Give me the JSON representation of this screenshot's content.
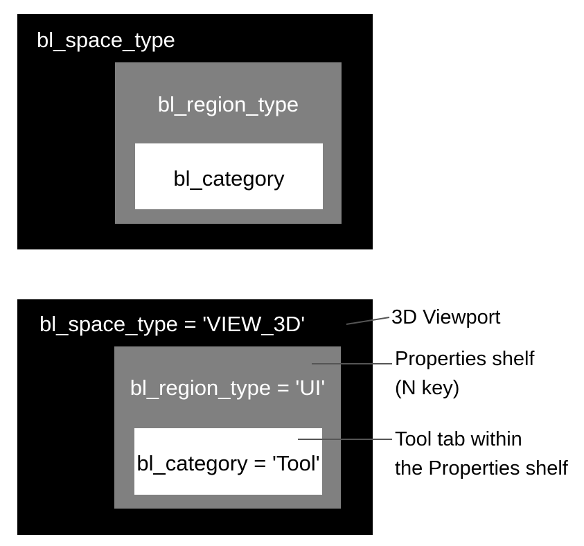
{
  "diagram_top": {
    "space_label": "bl_space_type",
    "region_label": "bl_region_type",
    "category_label": "bl_category"
  },
  "diagram_bottom": {
    "space_label": "bl_space_type = 'VIEW_3D'",
    "region_label": "bl_region_type = 'UI'",
    "category_label": "bl_category = 'Tool'"
  },
  "callouts": {
    "viewport": "3D Viewport",
    "properties_line1": "Properties shelf",
    "properties_line2": "(N key)",
    "tool_line1": "Tool tab within",
    "tool_line2": "the Properties shelf"
  },
  "colors": {
    "space": "#000000",
    "region": "#808080",
    "category": "#ffffff",
    "leader": "#555555"
  }
}
